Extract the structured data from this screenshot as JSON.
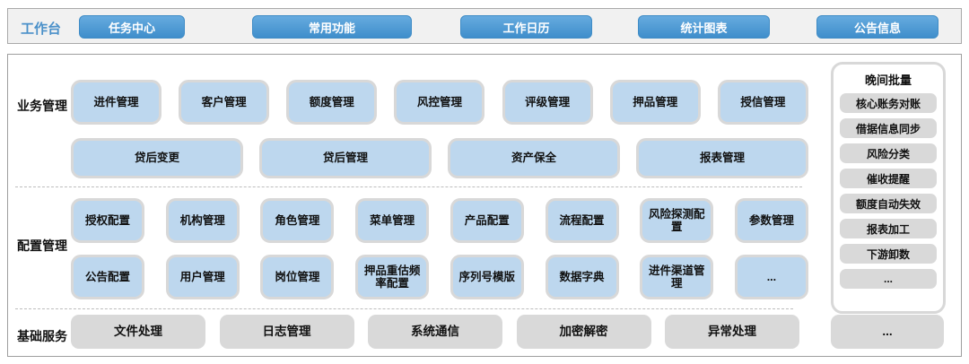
{
  "colors": {
    "accent_blue": "#4795d2",
    "tile_blue": "#bdd7ee",
    "tile_gray": "#d9d9d9"
  },
  "topbar": {
    "label": "工作台",
    "buttons": [
      "任务中心",
      "常用功能",
      "工作日历",
      "统计图表",
      "公告信息"
    ]
  },
  "business": {
    "label": "业务管理",
    "row1": [
      "进件管理",
      "客户管理",
      "额度管理",
      "风控管理",
      "评级管理",
      "押品管理",
      "授信管理"
    ],
    "row2": [
      "贷后变更",
      "贷后管理",
      "资产保全",
      "报表管理"
    ]
  },
  "config": {
    "label": "配置管理",
    "row1": [
      "授权配置",
      "机构管理",
      "角色管理",
      "菜单管理",
      "产品配置",
      "流程配置",
      "风险探测配置",
      "参数管理"
    ],
    "row2": [
      "公告配置",
      "用户管理",
      "岗位管理",
      "押品重估频率配置",
      "序列号模版",
      "数据字典",
      "进件渠道管理",
      "..."
    ]
  },
  "base_services": {
    "label": "基础服务",
    "items": [
      "文件处理",
      "日志管理",
      "系统通信",
      "加密解密",
      "异常处理"
    ],
    "more": "..."
  },
  "night_batch": {
    "title": "晚间批量",
    "items": [
      "核心账务对账",
      "借据信息同步",
      "风险分类",
      "催收提醒",
      "额度自动失效",
      "报表加工",
      "下游卸数",
      "..."
    ]
  }
}
